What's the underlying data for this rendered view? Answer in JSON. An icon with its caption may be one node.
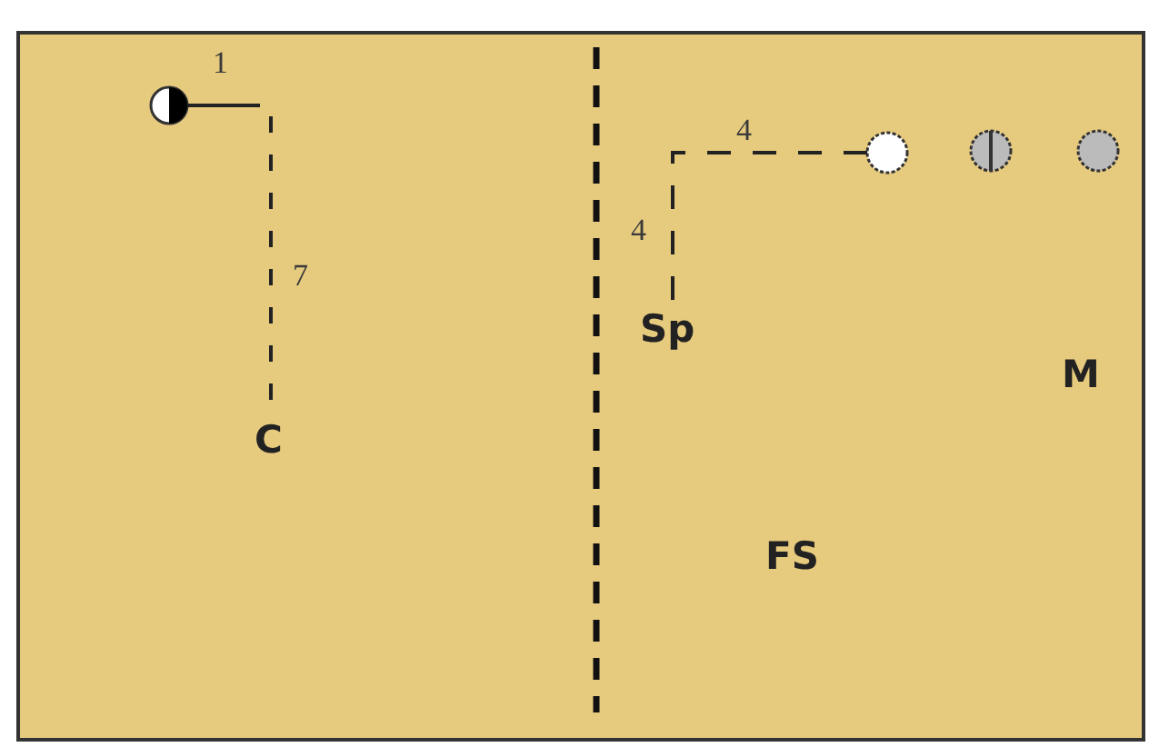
{
  "diagram": {
    "nodes": [
      {
        "text": [],
        "shape": "circle"
      },
      {
        "text": [
          "C"
        ]
      },
      {
        "text": [],
        "shape": "circle"
      },
      {
        "text": [],
        "shape": "circle"
      },
      {
        "text": [],
        "shape": "circle"
      },
      {
        "text": [
          "Sp"
        ]
      }
    ],
    "edges": [
      {
        "from": 0,
        "to": 1,
        "arrow": "none",
        "style": "dashed"
      },
      {
        "from": 2,
        "to": 5,
        "arrow": "none",
        "style": "dashed"
      }
    ],
    "labels": [
      "1",
      "4",
      "4",
      "7",
      "M",
      "FS"
    ]
  }
}
